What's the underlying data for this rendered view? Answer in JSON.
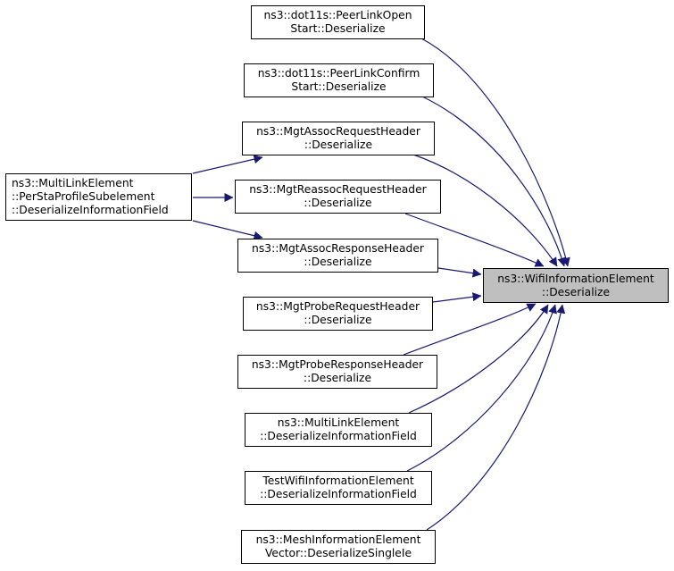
{
  "colors": {
    "edge": "#191970",
    "focus_fill": "#bfbfbf",
    "node_fill": "#ffffff",
    "border": "#000000"
  },
  "nodes": [
    {
      "id": "peer_link_open",
      "lines": [
        "ns3::dot11s::PeerLinkOpen",
        "Start::Deserialize"
      ]
    },
    {
      "id": "peer_link_confirm",
      "lines": [
        "ns3::dot11s::PeerLinkConfirm",
        "Start::Deserialize"
      ]
    },
    {
      "id": "assoc_request",
      "lines": [
        "ns3::MgtAssocRequestHeader",
        "::Deserialize"
      ]
    },
    {
      "id": "reassoc_request",
      "lines": [
        "ns3::MgtReassocRequestHeader",
        "::Deserialize"
      ]
    },
    {
      "id": "assoc_response",
      "lines": [
        "ns3::MgtAssocResponseHeader",
        "::Deserialize"
      ]
    },
    {
      "id": "probe_request",
      "lines": [
        "ns3::MgtProbeRequestHeader",
        "::Deserialize"
      ]
    },
    {
      "id": "probe_response",
      "lines": [
        "ns3::MgtProbeResponseHeader",
        "::Deserialize"
      ]
    },
    {
      "id": "multilink_dif",
      "lines": [
        "ns3::MultiLinkElement",
        "::DeserializeInformationField"
      ]
    },
    {
      "id": "test_wifi_ie",
      "lines": [
        "TestWifiInformationElement",
        "::DeserializeInformationField"
      ]
    },
    {
      "id": "mesh_ie_vector",
      "lines": [
        "ns3::MeshInformationElement",
        "Vector::DeserializeSingleIe"
      ]
    },
    {
      "id": "per_sta_profile",
      "lines": [
        "ns3::MultiLinkElement",
        "::PerStaProfileSubelement",
        "::DeserializeInformationField"
      ]
    },
    {
      "id": "wifi_ie_deserialize",
      "lines": [
        "ns3::WifiInformationElement",
        "::Deserialize"
      ]
    }
  ],
  "edges": [
    {
      "from": "peer_link_open",
      "to": "wifi_ie_deserialize"
    },
    {
      "from": "peer_link_confirm",
      "to": "wifi_ie_deserialize"
    },
    {
      "from": "assoc_request",
      "to": "wifi_ie_deserialize"
    },
    {
      "from": "reassoc_request",
      "to": "wifi_ie_deserialize"
    },
    {
      "from": "assoc_response",
      "to": "wifi_ie_deserialize"
    },
    {
      "from": "probe_request",
      "to": "wifi_ie_deserialize"
    },
    {
      "from": "probe_response",
      "to": "wifi_ie_deserialize"
    },
    {
      "from": "multilink_dif",
      "to": "wifi_ie_deserialize"
    },
    {
      "from": "test_wifi_ie",
      "to": "wifi_ie_deserialize"
    },
    {
      "from": "mesh_ie_vector",
      "to": "wifi_ie_deserialize"
    },
    {
      "from": "per_sta_profile",
      "to": "assoc_request"
    },
    {
      "from": "per_sta_profile",
      "to": "reassoc_request"
    },
    {
      "from": "per_sta_profile",
      "to": "assoc_response"
    }
  ]
}
